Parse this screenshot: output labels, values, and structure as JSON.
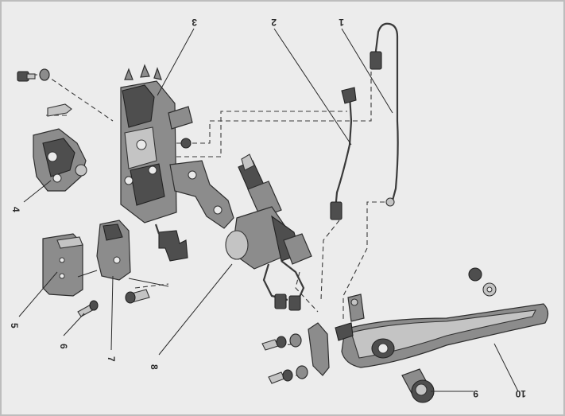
{
  "figure": {
    "callouts": [
      {
        "id": "1",
        "text": "1"
      },
      {
        "id": "2",
        "text": "2"
      },
      {
        "id": "3",
        "text": "3"
      },
      {
        "id": "4",
        "text": "4"
      },
      {
        "id": "5",
        "text": "5"
      },
      {
        "id": "6",
        "text": "6"
      },
      {
        "id": "7",
        "text": "7"
      },
      {
        "id": "8",
        "text": "8"
      },
      {
        "id": "9",
        "text": "9"
      },
      {
        "id": "10",
        "text": "10"
      }
    ]
  },
  "colors": {
    "background": "#ececec",
    "ink": "#2a2a2a",
    "metal": "#8c8c8c"
  }
}
